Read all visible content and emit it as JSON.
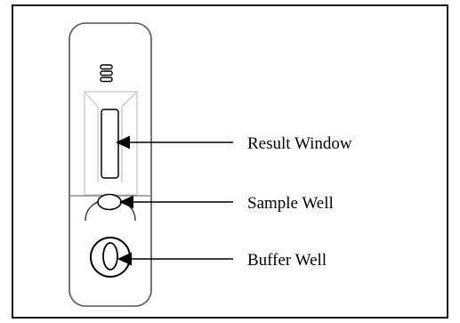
{
  "labels": {
    "result_window": "Result Window",
    "sample_well": "Sample Well",
    "buffer_well": "Buffer Well"
  },
  "colors": {
    "ink": "#000000",
    "frame": "#1a1a1a",
    "cassette_outline": "#555555",
    "window_guide": "#c8c8c8",
    "background": "#ffffff"
  }
}
